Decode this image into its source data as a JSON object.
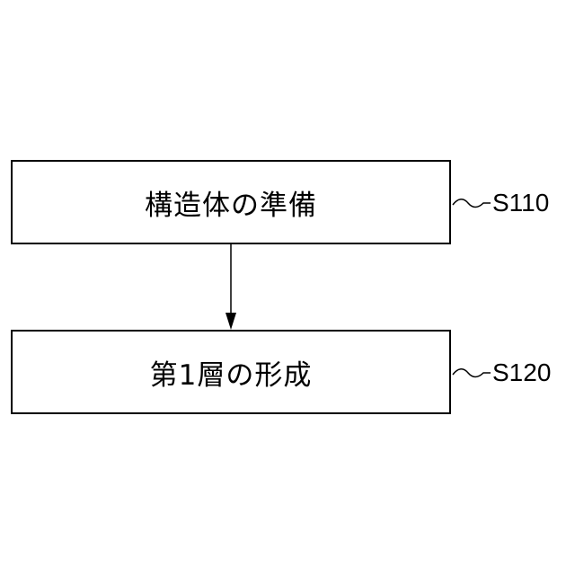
{
  "steps": [
    {
      "id": "S110",
      "label": "構造体の準備"
    },
    {
      "id": "S120",
      "label": "第1層の形成"
    }
  ],
  "connections": [
    {
      "from": "S110",
      "to": "S120",
      "arrow": "down"
    }
  ],
  "colors": {
    "stroke": "#000000",
    "background": "#ffffff"
  }
}
